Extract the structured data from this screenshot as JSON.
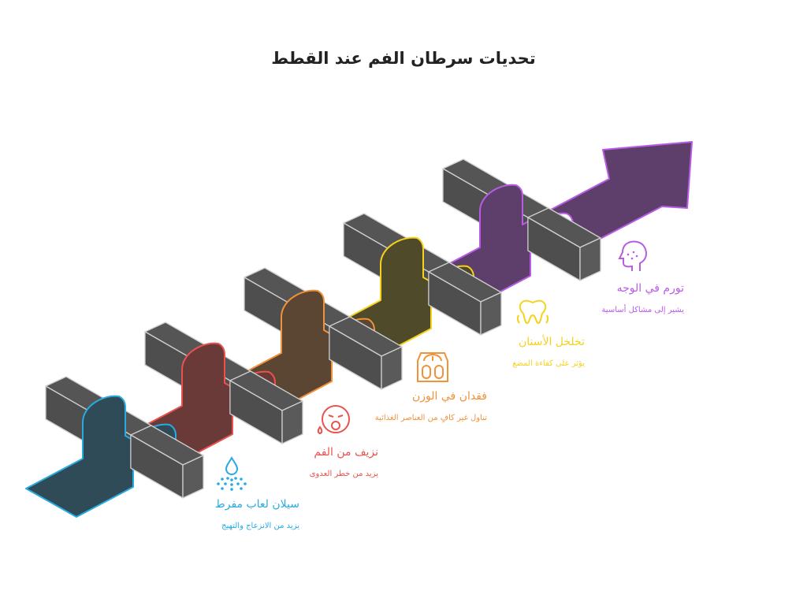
{
  "title": "تحديات سرطان الفم عند القطط",
  "bar_color": "#555555",
  "bar_stroke": "#cfcfcf",
  "steps": [
    {
      "label": "سيلان لعاب مفرط",
      "description": "يزيد من الانزعاج والتهيج",
      "icon": "droplet-spray-icon",
      "stroke": "#29abe2",
      "fill": "#2f4b57"
    },
    {
      "label": "نزيف من الفم",
      "description": "يزيد من خطر العدوى",
      "icon": "sick-face-icon",
      "stroke": "#e8534f",
      "fill": "#693a38"
    },
    {
      "label": "فقدان في الوزن",
      "description": "تناول غير كافٍ من العناصر الغذائية",
      "icon": "scale-icon",
      "stroke": "#f0923a",
      "fill": "#5b4633"
    },
    {
      "label": "تخلخل الأسنان",
      "description": "يؤثر على كفاءة المضغ",
      "icon": "tooth-icon",
      "stroke": "#f5d21c",
      "fill": "#4f4a2a"
    },
    {
      "label": "تورم في الوجه",
      "description": "يشير إلى مشاكل أساسية",
      "icon": "face-profile-icon",
      "stroke": "#b85ce6",
      "fill": "#5e3f6b"
    }
  ]
}
